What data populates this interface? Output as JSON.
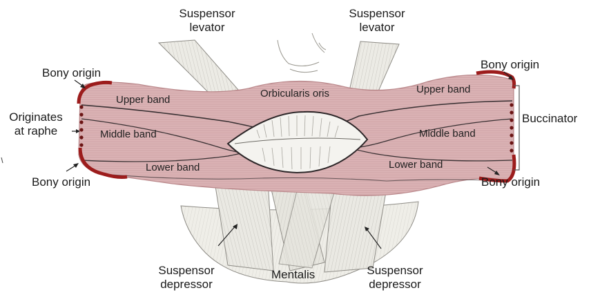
{
  "labels": {
    "suspensor_levator_left": [
      "Suspensor",
      "levator"
    ],
    "suspensor_levator_right": [
      "Suspensor",
      "levator"
    ],
    "bony_origin_top_left": "Bony origin",
    "bony_origin_top_right": "Bony origin",
    "bony_origin_bottom_left": "Bony origin",
    "bony_origin_bottom_right": "Bony origin",
    "originates_at_raphe": [
      "Originates",
      "at raphe"
    ],
    "buccinator": "Buccinator",
    "orbicularis_oris": "Orbicularis oris",
    "upper_band_left": "Upper band",
    "upper_band_right": "Upper band",
    "middle_band_left": "Middle band",
    "middle_band_right": "Middle band",
    "lower_band_left": "Lower band",
    "lower_band_right": "Lower band",
    "suspensor_depressor_left": [
      "Suspensor",
      "depressor"
    ],
    "suspensor_depressor_right": [
      "Suspensor",
      "depressor"
    ],
    "mentalis": "Mentalis"
  },
  "colors": {
    "muscle_fill": "#dcb4b6",
    "muscle_stroke": "#b88588",
    "bony_origin_edge": "#9c1c1c",
    "suspensor_fill": "#ecebe5",
    "suspensor_stroke": "#8d8b85",
    "band_line": "#3a3234",
    "lips_fill": "#f4f3ef"
  }
}
